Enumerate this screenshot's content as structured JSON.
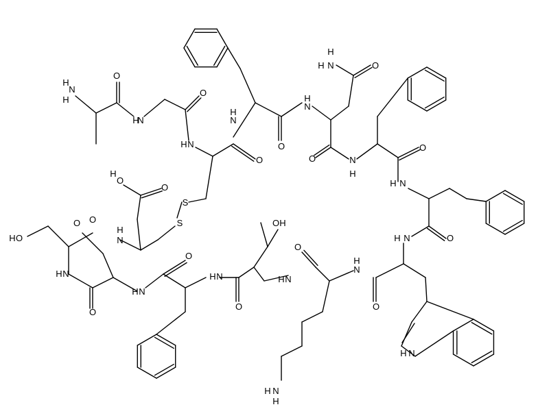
{
  "molecule": {
    "atom_labels": {
      "NH2_top": "N",
      "H_on_NH2_a": "H",
      "H_on_NH2_b": "H",
      "NH_ala_gly": "N",
      "NH_gly_cys": "N",
      "NH_cys_phe": "N",
      "NH_phe_asn": "N",
      "NH_asn_phe": "N",
      "NH_phe_phe": "N",
      "NH_phe_trp": "N",
      "NH_trp_lys": "N",
      "NH_lys_thr": "N",
      "NH_thr_phe": "N",
      "NH_phe_thr": "N",
      "NH_thr_ser": "N",
      "NH_ser_cys": "N",
      "NH_indole": "N",
      "NH2_asn": "N",
      "NH2_lys": "N",
      "S1": "S",
      "S2": "S",
      "OH_serine": "O",
      "OH_thr_top": "O",
      "OH_acid_top": "O",
      "OH_acid_mid": "O",
      "O_acid_dbl": "O",
      "O_asn_amide": "O",
      "O_carbonyl_generic": "O"
    },
    "label_H": "H"
  }
}
